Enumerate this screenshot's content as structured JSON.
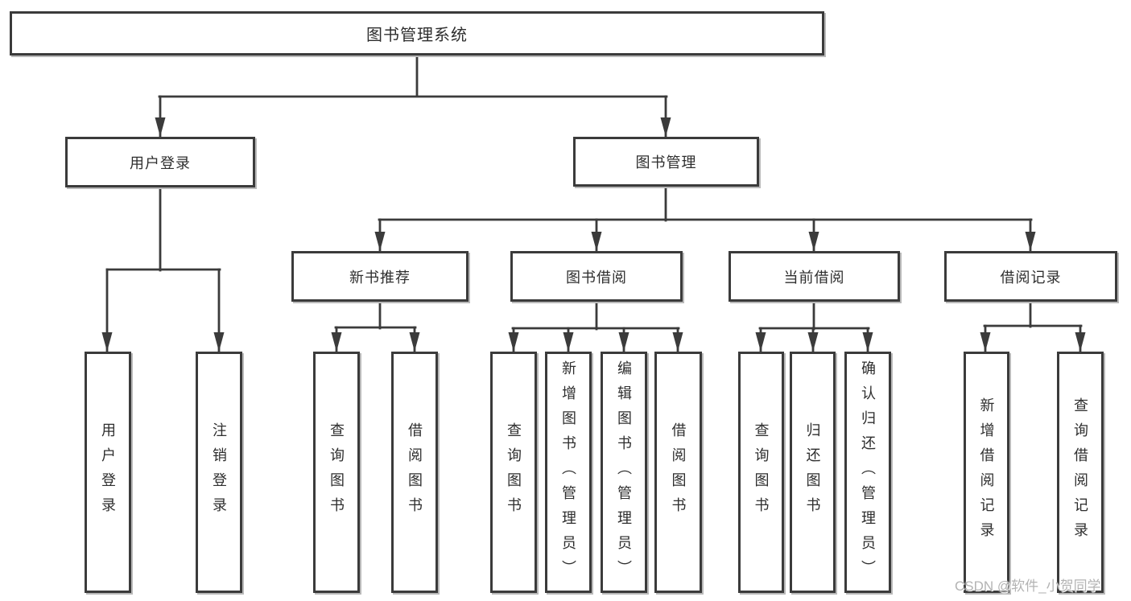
{
  "diagram": {
    "type": "hierarchy-tree",
    "title": "图书管理系统",
    "colors": {
      "line": "#3b3b3b",
      "box_border": "#3b3b3b",
      "text": "#2e2e2e",
      "watermark": "#b3b3b3",
      "background": "#ffffff"
    },
    "watermark": "CSDN @软件_小贺同学"
  },
  "nodes": {
    "root": {
      "label": "图书管理系统"
    },
    "level2": [
      {
        "label": "用户登录",
        "parent": "图书管理系统"
      },
      {
        "label": "图书管理",
        "parent": "图书管理系统"
      }
    ],
    "level3": [
      {
        "label": "新书推荐",
        "parent": "图书管理"
      },
      {
        "label": "图书借阅",
        "parent": "图书管理"
      },
      {
        "label": "当前借阅",
        "parent": "图书管理"
      },
      {
        "label": "借阅记录",
        "parent": "图书管理"
      }
    ],
    "leaves": [
      {
        "label": "用户登录",
        "parent": "用户登录"
      },
      {
        "label": "注销登录",
        "parent": "用户登录"
      },
      {
        "label": "查询图书",
        "parent": "新书推荐"
      },
      {
        "label": "借阅图书",
        "parent": "新书推荐"
      },
      {
        "label": "查询图书",
        "parent": "图书借阅"
      },
      {
        "label": "新增图书（管理员）",
        "parent": "图书借阅"
      },
      {
        "label": "编辑图书（管理员）",
        "parent": "图书借阅"
      },
      {
        "label": "借阅图书",
        "parent": "图书借阅"
      },
      {
        "label": "查询图书",
        "parent": "当前借阅"
      },
      {
        "label": "归还图书",
        "parent": "当前借阅"
      },
      {
        "label": "确认归还（管理员）",
        "parent": "当前借阅"
      },
      {
        "label": "新增借阅记录",
        "parent": "借阅记录"
      },
      {
        "label": "查询借阅记录",
        "parent": "借阅记录"
      }
    ]
  }
}
